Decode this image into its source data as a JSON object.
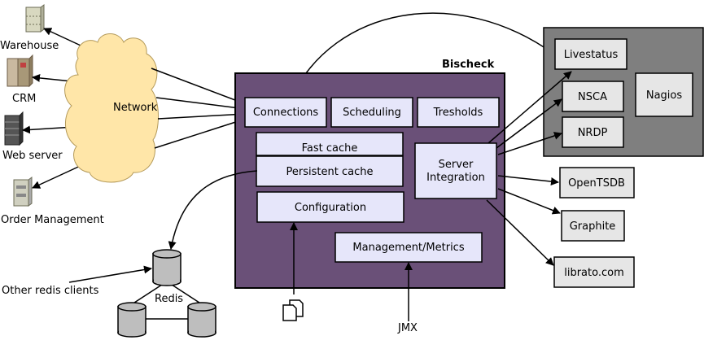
{
  "bischeck": {
    "title": "Bischeck",
    "boxes": {
      "connections": "Connections",
      "scheduling": "Scheduling",
      "tresholds": "Tresholds",
      "fast_cache": "Fast cache",
      "persistent_cache": "Persistent cache",
      "configuration": "Configuration",
      "server_integration_line1": "Server",
      "server_integration_line2": "Integration",
      "management": "Management/Metrics"
    }
  },
  "network": {
    "label": "Network"
  },
  "clients": {
    "warehouse": "Warehouse",
    "crm": "CRM",
    "web_server": "Web server",
    "order_management": "Order Management"
  },
  "redis": {
    "label": "Redis",
    "other_clients": "Other redis clients"
  },
  "jmx": "JMX",
  "nagios_group": {
    "livestatus": "Livestatus",
    "nsca": "NSCA",
    "nrdp": "NRDP",
    "nagios": "Nagios"
  },
  "outputs": {
    "opentsdb": "OpenTSDB",
    "graphite": "Graphite",
    "librato": "librato.com"
  },
  "colors": {
    "bischeck_fill": "#6a5078",
    "component_fill": "#e6e6fa",
    "cloud_fill": "#ffe6a8",
    "nagios_fill": "#7f7f7f",
    "gray_box_fill": "#e6e6e6",
    "cylinder_fill": "#bebebe"
  }
}
